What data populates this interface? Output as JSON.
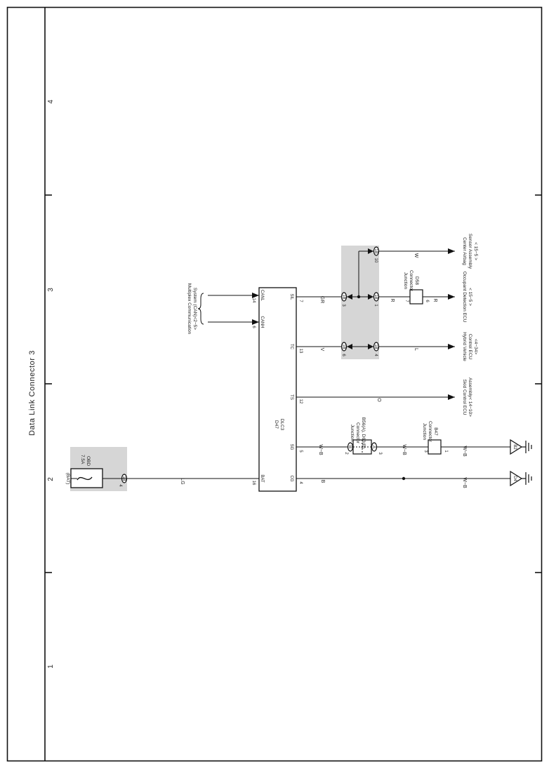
{
  "sheet": {
    "title": "Data Link Connector 3",
    "zones": [
      "1",
      "2",
      "3",
      "4"
    ]
  },
  "fuse": {
    "bat_label": "(BAT)",
    "rating": "7.5A",
    "name": "OBD",
    "pin": "4",
    "connector": "1B"
  },
  "dlc": {
    "code": "D47",
    "name": "DLC3",
    "terminals": [
      {
        "name": "BAT",
        "pin": "16"
      },
      {
        "name": "CG",
        "pin": "4"
      },
      {
        "name": "SG",
        "pin": "5"
      },
      {
        "name": "TS",
        "pin": "12"
      },
      {
        "name": "TC",
        "pin": "13"
      },
      {
        "name": "SIL",
        "pin": "7"
      },
      {
        "name": "CANH",
        "pin": "6"
      },
      {
        "name": "CANL",
        "pin": "14"
      }
    ]
  },
  "wires": {
    "bat": "LG",
    "cg": "B",
    "cg_out": "W−B",
    "sg1": "W−B",
    "sg2": "W−B",
    "sg3": "W−B",
    "ts": "O",
    "tc": "V",
    "tc_out": "L",
    "sil": "GR",
    "sil_r1": "R",
    "sil_r2": "R",
    "sil_w": "W"
  },
  "junction_b56": {
    "name_lines": [
      "Junction",
      "Connector"
    ],
    "code": "B56(A), D63(B)",
    "pin_in": "2",
    "conn_in": "B",
    "pin_out": "3",
    "conn_out": "A"
  },
  "junction_b47": {
    "name_lines": [
      "Junction",
      "Connector"
    ],
    "code": "B47",
    "pin_in": "3",
    "pin_out": "1"
  },
  "junction_d58": {
    "name_lines": [
      "Junction",
      "Connector"
    ],
    "code": "D58",
    "pin_in": "7",
    "pin_out": "6"
  },
  "jconnectors": {
    "tc_left": {
      "pin": "6",
      "code": "1B"
    },
    "tc_right": {
      "pin": "4",
      "code": "1B"
    },
    "sil_left": {
      "pin": "3",
      "code": "1B"
    },
    "sil_right": {
      "pin": "1",
      "code": "1B"
    },
    "w_top": {
      "pin": "10",
      "code": "1B"
    }
  },
  "grounds": {
    "cg": "D4",
    "sg": "B2"
  },
  "destinations": {
    "center_airbag": {
      "lines": [
        "Center Airbag",
        "Sensor Assembly",
        "< 15−5 >"
      ]
    },
    "occupant": {
      "lines": [
        "Occupant Detection ECU",
        "< 15−5 >"
      ]
    },
    "hybrid": {
      "lines": [
        "Hybrid Vehicle",
        "Control ECU",
        "<4−34>"
      ]
    },
    "skid": {
      "lines": [
        "Skid Control ECU",
        "Assembly< 14−10>"
      ]
    },
    "multiplex": {
      "lines": [
        "Multiplex Communication",
        "System (CAN)<2−5>"
      ]
    }
  }
}
